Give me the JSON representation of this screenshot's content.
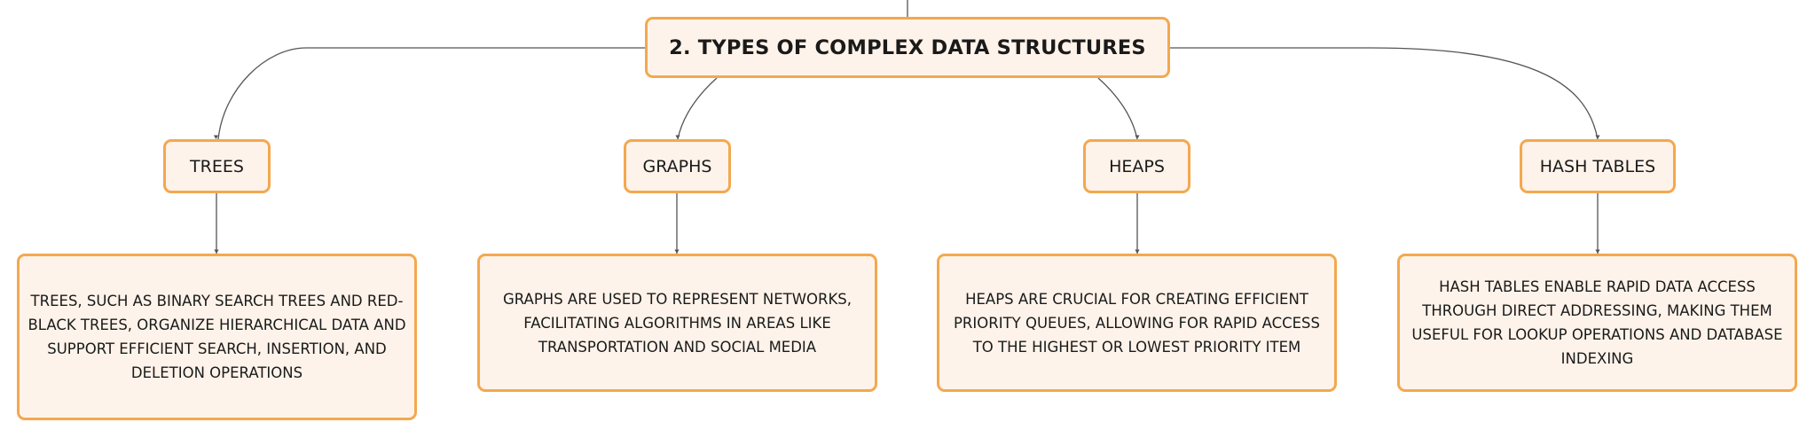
{
  "diagram": {
    "root": {
      "label": "2. TYPES OF COMPLEX DATA STRUCTURES"
    },
    "branches": [
      {
        "label": "TREES",
        "description": "TREES, SUCH AS BINARY SEARCH TREES AND RED-BLACK TREES, ORGANIZE HIERARCHICAL DATA AND SUPPORT EFFICIENT SEARCH, INSERTION, AND DELETION OPERATIONS"
      },
      {
        "label": "GRAPHS",
        "description": "GRAPHS ARE USED TO REPRESENT NETWORKS, FACILITATING ALGORITHMS IN AREAS LIKE TRANSPORTATION AND SOCIAL MEDIA"
      },
      {
        "label": "HEAPS",
        "description": "HEAPS ARE CRUCIAL FOR CREATING EFFICIENT PRIORITY QUEUES, ALLOWING FOR RAPID ACCESS TO THE HIGHEST OR LOWEST PRIORITY ITEM"
      },
      {
        "label": "HASH TABLES",
        "description": "HASH TABLES ENABLE RAPID DATA ACCESS THROUGH DIRECT ADDRESSING, MAKING THEM USEFUL FOR LOOKUP OPERATIONS AND DATABASE INDEXING"
      }
    ]
  },
  "colors": {
    "node_fill": "#fef3ea",
    "node_border": "#f3a84f",
    "connector": "#555555"
  }
}
